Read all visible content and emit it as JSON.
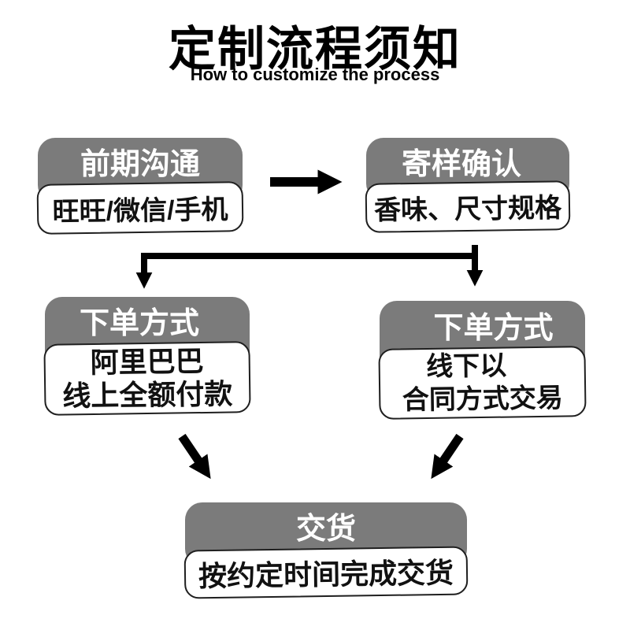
{
  "title": "定制流程须知",
  "subtitle": "How to customize the process",
  "steps": {
    "communication": {
      "header": "前期沟通",
      "body": "旺旺/微信/手机"
    },
    "sample": {
      "header": "寄样确认",
      "body": "香味、尺寸规格"
    },
    "order_online": {
      "header": "下单方式",
      "line1": "阿里巴巴",
      "line2": "线上全额付款"
    },
    "order_offline": {
      "header": "下单方式",
      "line1": "线下以",
      "line2": "合同方式交易"
    },
    "delivery": {
      "header": "交货",
      "body": "按约定时间完成交货"
    }
  },
  "colors": {
    "background": "#ffffff",
    "header_bg": "#7b7b7b",
    "header_text": "#ffffff",
    "body_text": "#111111",
    "border": "#1f1f1f",
    "arrow": "#000000"
  }
}
